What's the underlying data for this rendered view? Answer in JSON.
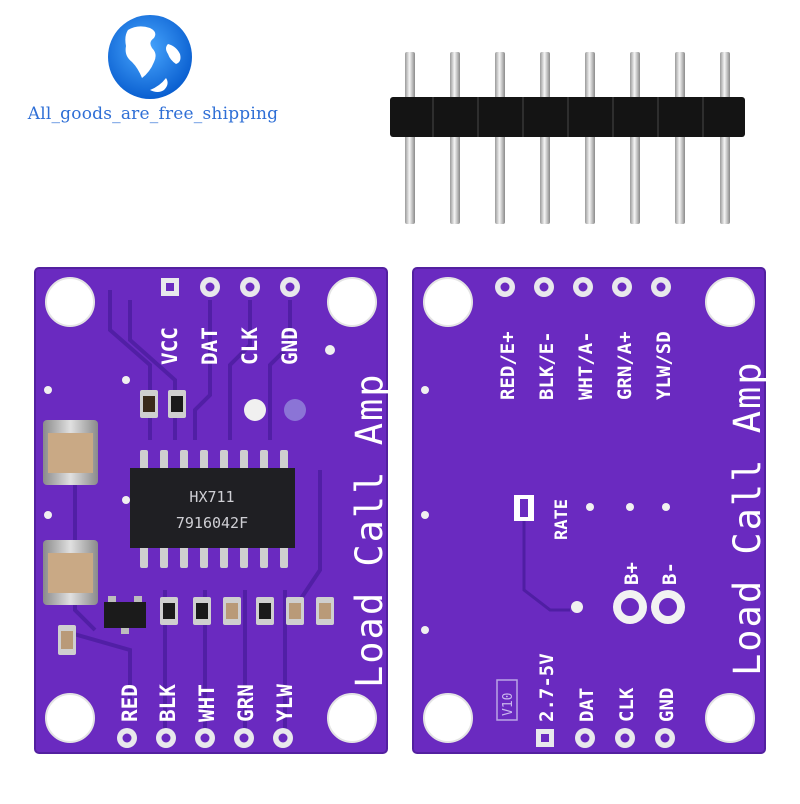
{
  "store": {
    "caption": "All_goods_are_free_shipping",
    "logo_icon": "globe-icon"
  },
  "chip": {
    "line1": "HX711",
    "line2": "7916042F"
  },
  "front_board": {
    "top_labels": [
      "VCC",
      "DAT",
      "CLK",
      "GND"
    ],
    "bottom_labels": [
      "RED",
      "BLK",
      "WHT",
      "GRN",
      "YLW"
    ],
    "title": "Load Call Amp"
  },
  "back_board": {
    "top_labels": [
      "RED/E+",
      "BLK/E-",
      "WHT/A-",
      "GRN/A+",
      "YLW/SD"
    ],
    "rate_label": "RATE",
    "bplus_label": "B+",
    "bminus_label": "B-",
    "bottom_labels": [
      "2.7-5V",
      "DAT",
      "CLK",
      "GND"
    ],
    "version": "V10",
    "title": "Load Call Amp"
  },
  "colors": {
    "pcb": "#6a2ac0",
    "pcb_edge": "#5320a0",
    "trace": "#4a1c93",
    "silkscreen": "#ffffff",
    "pad": "#e8e8ec",
    "chip": "#1f1f23",
    "caption_blue": "#2f6fd6"
  }
}
